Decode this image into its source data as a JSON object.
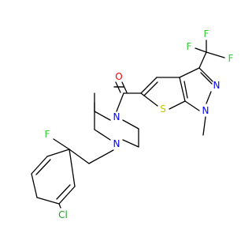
{
  "molecule": {
    "colors": {
      "bond": "#000000",
      "O": "#ff0000",
      "N": "#0000ff",
      "S": "#c6c600",
      "F": "#33cc33",
      "Cl": "#1fa01f"
    },
    "labels": {
      "O": "O",
      "N1": "N",
      "N2": "N",
      "N3": "N",
      "N4": "N",
      "S": "S",
      "F1": "F",
      "F2": "F",
      "F3": "F",
      "F4": "F",
      "Cl": "Cl"
    }
  }
}
